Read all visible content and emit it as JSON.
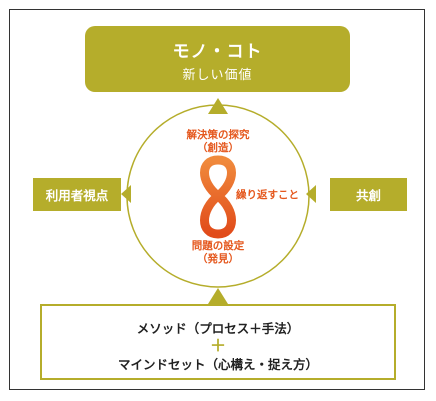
{
  "top_box": {
    "title": "モノ・コト",
    "subtitle": "新しい価値"
  },
  "left_box": {
    "label": "利用者視点"
  },
  "right_box": {
    "label": "共創"
  },
  "circle": {
    "top_label_1": "解決策の探究",
    "top_label_2": "（創造）",
    "side_label": "繰り返すこと",
    "bottom_label_1": "問題の設定",
    "bottom_label_2": "（発見）"
  },
  "bottom_box": {
    "line1": "メソッド（プロセス＋手法）",
    "plus": "＋",
    "line2": "マインドセット（心構え・捉え方）"
  },
  "colors": {
    "olive": "#b5ad2b",
    "orange": "#e5581e",
    "frame": "#333333"
  }
}
